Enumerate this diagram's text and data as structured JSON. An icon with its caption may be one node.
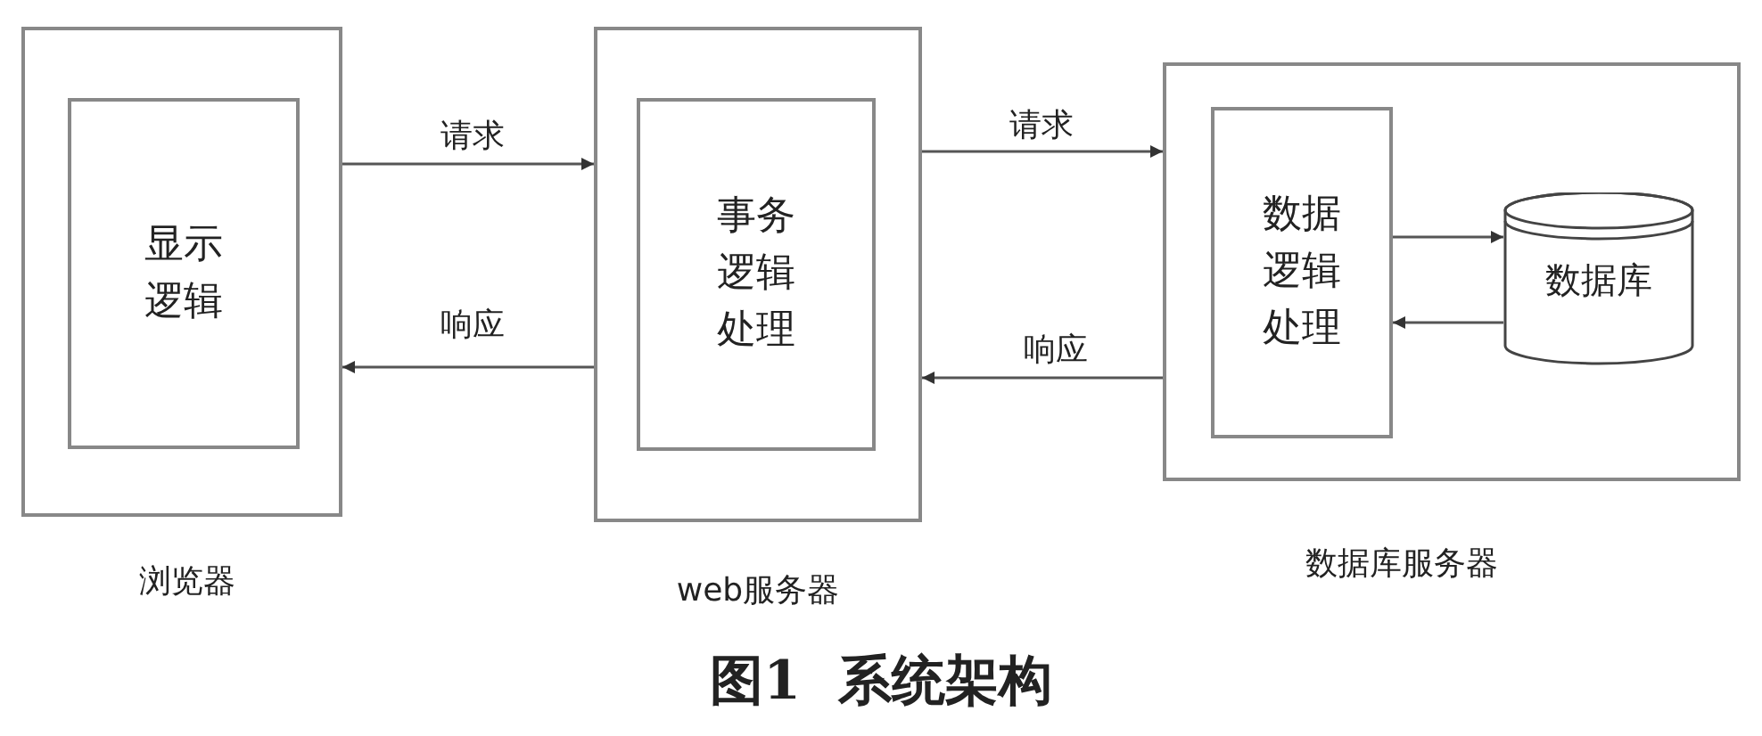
{
  "diagram": {
    "caption": "图1 系统架构",
    "nodes": [
      {
        "text": [
          "浏览器"
        ]
      },
      {
        "text": [
          "显示逻辑"
        ],
        "in": 0
      },
      {
        "text": [
          "web服务器"
        ]
      },
      {
        "text": [
          "事务逻辑处理"
        ],
        "in": 2
      },
      {
        "text": [
          "数据库服务器"
        ]
      },
      {
        "text": [
          "数据逻辑处理"
        ],
        "in": 4
      },
      {
        "text": [
          "数据库"
        ],
        "in": 4
      }
    ],
    "edges": [
      {
        "from": 0,
        "to": 2,
        "arrow": "to",
        "label": "请求"
      },
      {
        "from": 2,
        "to": 0,
        "arrow": "to",
        "label": "响应"
      },
      {
        "from": 2,
        "to": 4,
        "arrow": "to",
        "label": "请求"
      },
      {
        "from": 4,
        "to": 2,
        "arrow": "to",
        "label": "响应"
      },
      {
        "from": 5,
        "to": 6,
        "arrow": "to"
      },
      {
        "from": 6,
        "to": 5,
        "arrow": "to"
      }
    ]
  }
}
